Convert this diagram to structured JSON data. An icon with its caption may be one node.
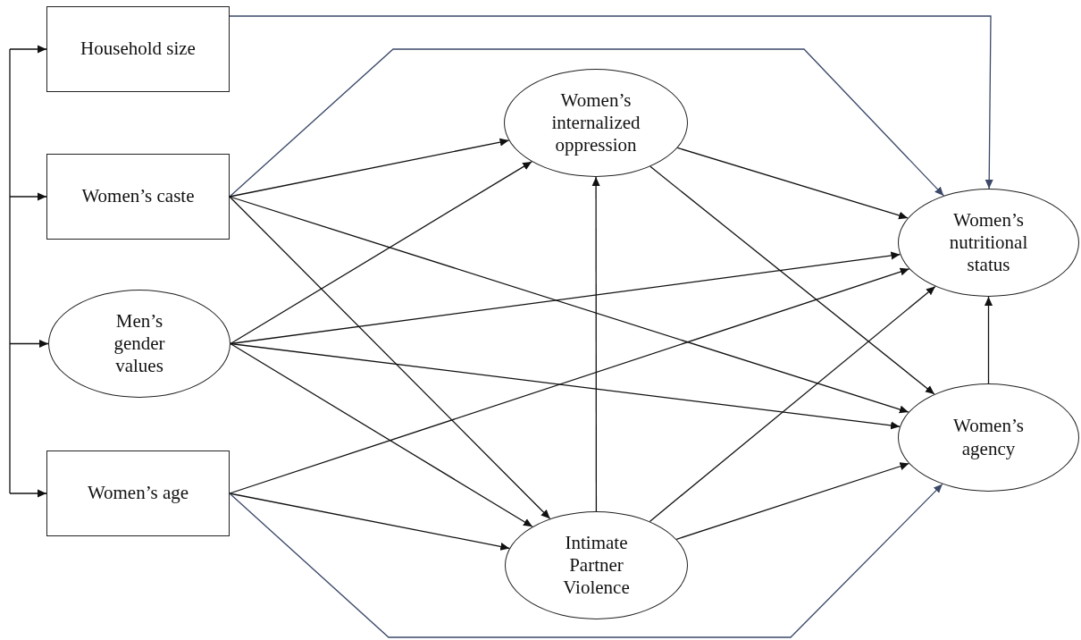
{
  "diagram": {
    "nodes": [
      {
        "text": [
          "Household size"
        ]
      },
      {
        "text": [
          "Women’s caste"
        ]
      },
      {
        "text": [
          "Men’s gender values"
        ]
      },
      {
        "text": [
          "Women’s age"
        ]
      },
      {
        "text": [
          "Women’s internalized oppression"
        ]
      },
      {
        "text": [
          "Intimate Partner Violence"
        ]
      },
      {
        "text": [
          "Women’s nutritional status"
        ]
      },
      {
        "text": [
          "Women’s agency"
        ]
      }
    ],
    "edges": [
      {
        "from": null,
        "to": 0,
        "arrow": "to"
      },
      {
        "from": null,
        "to": 1,
        "arrow": "to"
      },
      {
        "from": null,
        "to": 2,
        "arrow": "to"
      },
      {
        "from": null,
        "to": 3,
        "arrow": "to"
      },
      {
        "from": 0,
        "to": 6,
        "arrow": "to",
        "color": "#3b4868"
      },
      {
        "from": 1,
        "to": 6,
        "arrow": "to",
        "color": "#3b4868"
      },
      {
        "from": 1,
        "to": 4,
        "arrow": "to"
      },
      {
        "from": 1,
        "to": 7,
        "arrow": "to"
      },
      {
        "from": 1,
        "to": 5,
        "arrow": "to"
      },
      {
        "from": 2,
        "to": 4,
        "arrow": "to"
      },
      {
        "from": 2,
        "to": 6,
        "arrow": "to"
      },
      {
        "from": 2,
        "to": 7,
        "arrow": "to"
      },
      {
        "from": 2,
        "to": 5,
        "arrow": "to"
      },
      {
        "from": 3,
        "to": 6,
        "arrow": "to"
      },
      {
        "from": 3,
        "to": 5,
        "arrow": "to"
      },
      {
        "from": 3,
        "to": 7,
        "arrow": "to",
        "color": "#3b4868"
      },
      {
        "from": 4,
        "to": 6,
        "arrow": "to"
      },
      {
        "from": 4,
        "to": 7,
        "arrow": "to"
      },
      {
        "from": 5,
        "to": 4,
        "arrow": "to"
      },
      {
        "from": 5,
        "to": 6,
        "arrow": "to"
      },
      {
        "from": 5,
        "to": 7,
        "arrow": "to"
      },
      {
        "from": 7,
        "to": 6,
        "arrow": "to"
      }
    ]
  }
}
